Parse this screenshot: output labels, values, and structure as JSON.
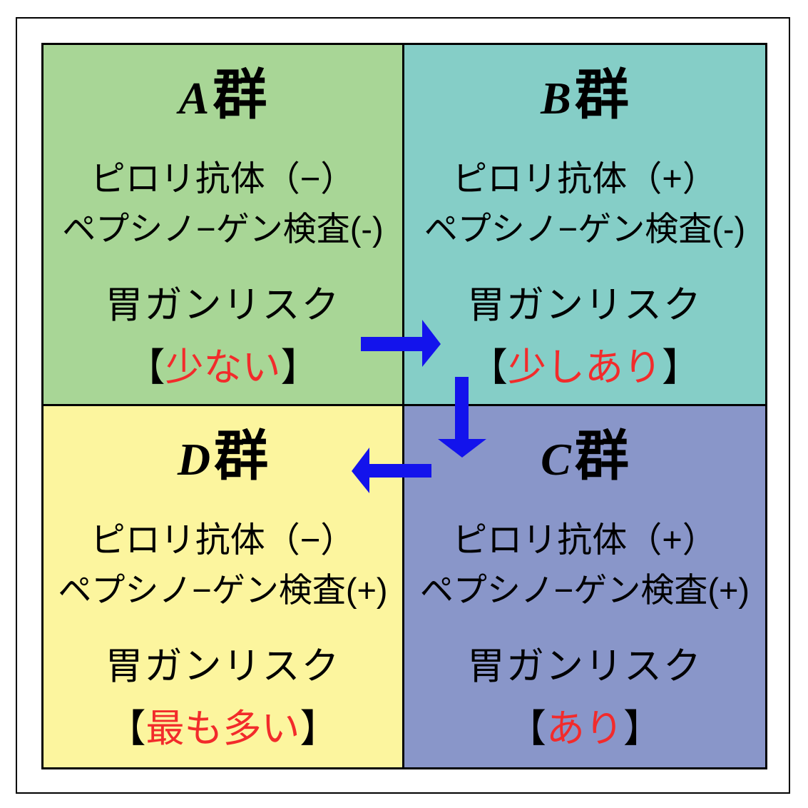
{
  "diagram": {
    "type": "2x2-quadrant-matrix",
    "subject": "gastric cancer risk groups (ABC classification)"
  },
  "quadrants": {
    "a": {
      "letter": "A",
      "suffix": "群",
      "line1": "ピロリ抗体（−）",
      "line2": "ペプシノ−ゲン検査(-)",
      "risk_label": "胃ガンリスク",
      "bracket_open": "【",
      "risk_value": "少ない",
      "bracket_close": "】"
    },
    "b": {
      "letter": "B",
      "suffix": "群",
      "line1": "ピロリ抗体（+）",
      "line2": "ペプシノ−ゲン検査(-)",
      "risk_label": "胃ガンリスク",
      "bracket_open": "【",
      "risk_value": "少しあり",
      "bracket_close": "】"
    },
    "c": {
      "letter": "C",
      "suffix": "群",
      "line1": "ピロリ抗体（+）",
      "line2": "ペプシノ−ゲン検査(+)",
      "risk_label": "胃ガンリスク",
      "bracket_open": "【",
      "risk_value": "あり",
      "bracket_close": "】"
    },
    "d": {
      "letter": "D",
      "suffix": "群",
      "line1": "ピロリ抗体（−）",
      "line2": "ペプシノ−ゲン検査(+)",
      "risk_label": "胃ガンリスク",
      "bracket_open": "【",
      "risk_value": "最も多い",
      "bracket_close": "】"
    }
  },
  "arrows": [
    {
      "name": "arrow-a-to-b",
      "direction": "right"
    },
    {
      "name": "arrow-b-to-c",
      "direction": "down"
    },
    {
      "name": "arrow-c-to-d",
      "direction": "left"
    }
  ],
  "colors": {
    "quad_a_bg": "#A8D696",
    "quad_b_bg": "#85CEC7",
    "quad_c_bg": "#8996C9",
    "quad_d_bg": "#FCF59E",
    "arrow_blue": "#1313EC",
    "risk_red": "#F22B2B",
    "border_black": "#000000",
    "page_bg": "#FFFFFF"
  }
}
